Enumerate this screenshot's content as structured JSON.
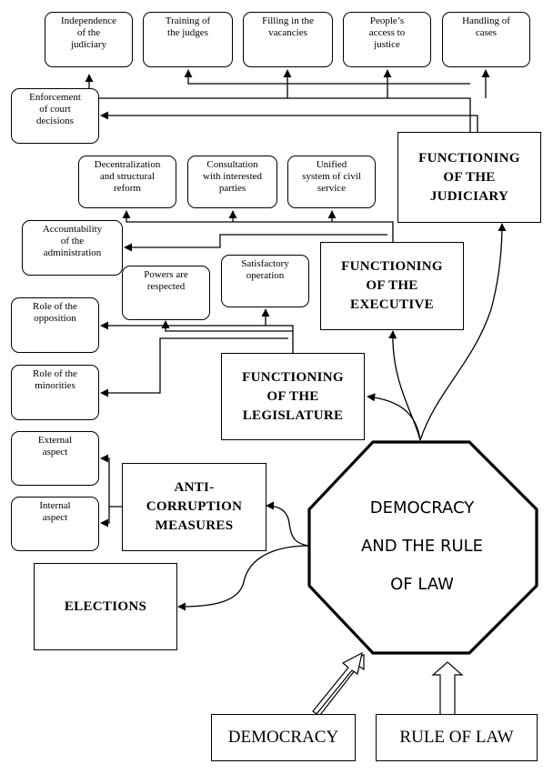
{
  "judiciary": {
    "title": "FUNCTIONING\nOF THE\nJUDICIARY",
    "items": [
      "Independence\nof the\njudiciary",
      "Training of\nthe judges",
      "Filling in the\nvacancies",
      "People’s\naccess to\njustice",
      "Handling of\ncases",
      "Enforcement\nof court\ndecisions"
    ]
  },
  "executive": {
    "title": "FUNCTIONING\nOF THE\nEXECUTIVE",
    "items": [
      "Decentralization\nand structural\nreform",
      "Consultation\nwith interested\nparties",
      "Unified\nsystem of civil\nservice",
      "Accountability\nof the\nadministration"
    ]
  },
  "legislature": {
    "title": "FUNCTIONING\nOF THE\nLEGISLATURE",
    "items": [
      "Powers are\nrespected",
      "Satisfactory\noperation",
      "Role of the\nopposition",
      "Role of the\nminorities"
    ]
  },
  "anticorruption": {
    "title": "ANTI-\nCORRUPTION\nMEASURES",
    "items": [
      "External\naspect",
      "Internal\naspect"
    ]
  },
  "elections": {
    "title": "ELECTIONS"
  },
  "center": {
    "title": "DEMOCRACY\nAND THE RULE\nOF LAW"
  },
  "sources": {
    "democracy": "DEMOCRACY",
    "rule_of_law": "RULE OF LAW"
  }
}
